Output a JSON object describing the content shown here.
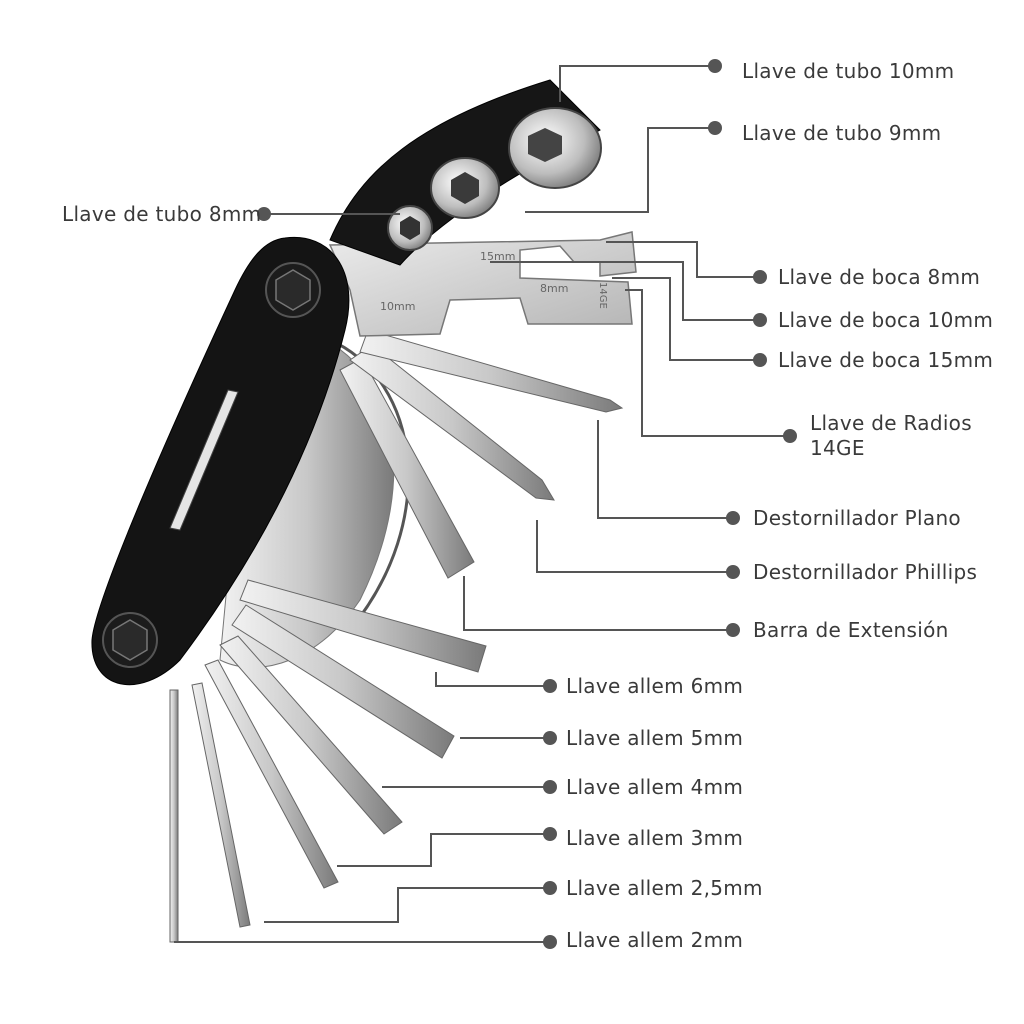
{
  "colors": {
    "leader_line": "#555555",
    "label_text": "#3a3a3a",
    "body_black": "#141414",
    "metal_light": "#e8e8e8",
    "metal_dark": "#8a8a8a"
  },
  "tool_markings": {
    "wrench_15": "15mm",
    "wrench_10": "10mm",
    "wrench_8": "8mm",
    "spoke": "14GE"
  },
  "labels": {
    "socket_10": "Llave de tubo 10mm",
    "socket_9": "Llave de tubo 9mm",
    "socket_8": "Llave de tubo 8mm",
    "open_8": "Llave de boca 8mm",
    "open_10": "Llave de boca 10mm",
    "open_15": "Llave de boca 15mm",
    "spoke_line1": "Llave de Radios",
    "spoke_line2": "14GE",
    "flat": "Destornillador Plano",
    "phillips": "Destornillador Phillips",
    "extension": "Barra de Extensión",
    "hex_6": "Llave allem 6mm",
    "hex_5": "Llave allem 5mm",
    "hex_4": "Llave allem 4mm",
    "hex_3": "Llave allem 3mm",
    "hex_25": "Llave allem 2,5mm",
    "hex_2": "Llave allem 2mm"
  }
}
